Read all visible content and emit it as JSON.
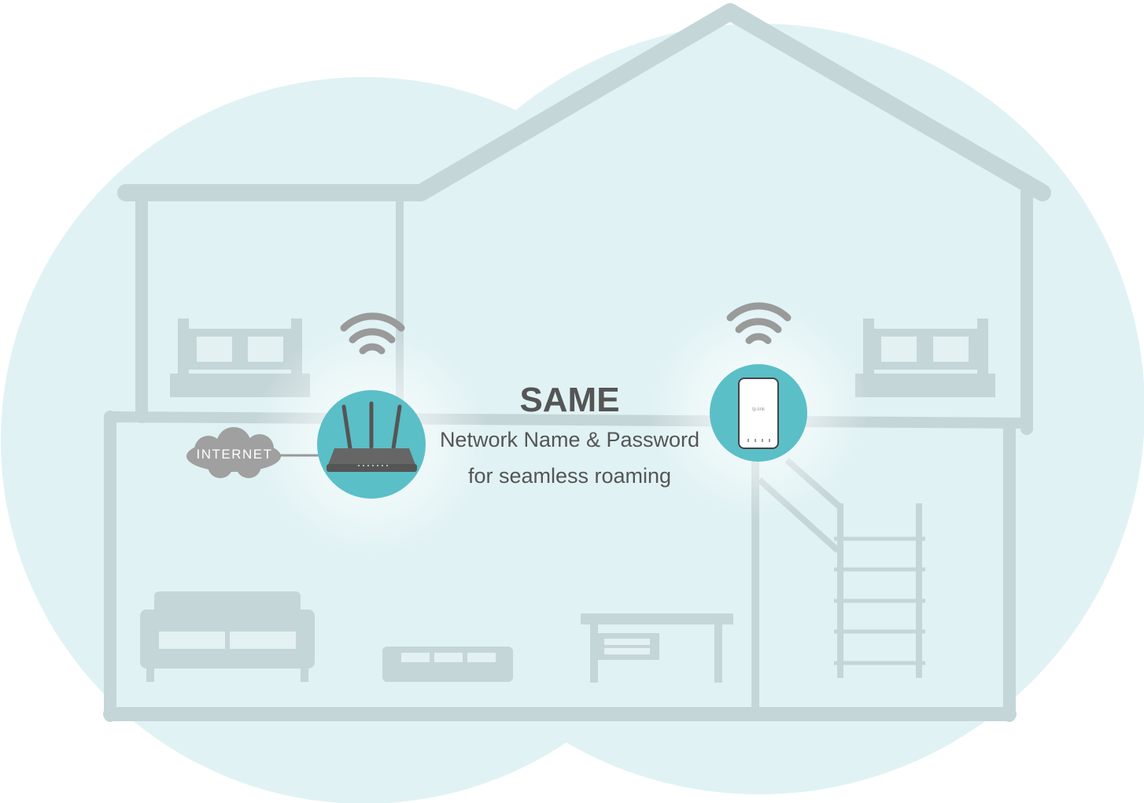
{
  "headline": "SAME",
  "subtitle_line1": "Network Name & Password",
  "subtitle_line2": "for seamless roaming",
  "internet_label": "INTERNET",
  "device_logo": "tp-link",
  "colors": {
    "coverage": "#e0f2f4",
    "house": "#c5d6d9",
    "teal": "#5bbfc8",
    "icon": "#9a9a9a",
    "text": "#555555"
  }
}
